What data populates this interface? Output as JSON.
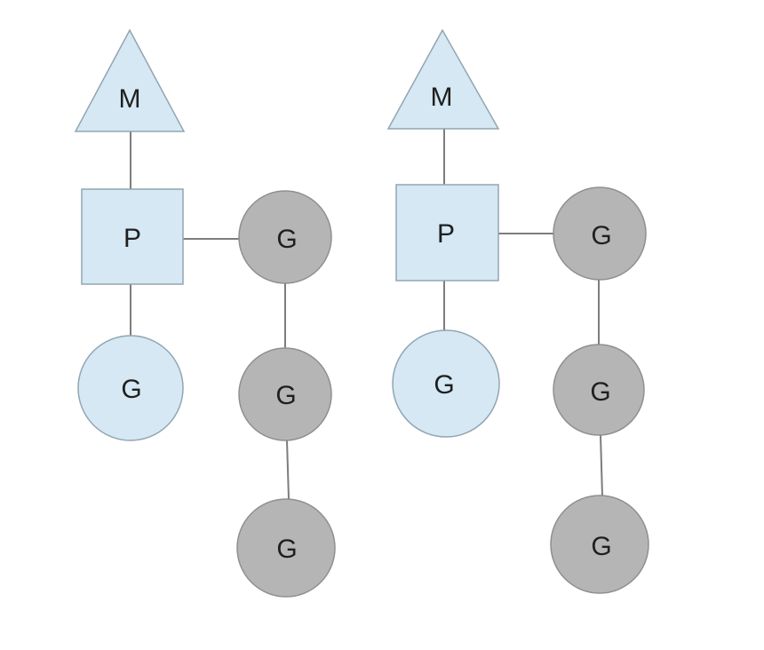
{
  "diagram": {
    "background": "#ffffff",
    "colors": {
      "node_blue_fill": "#d5e8f3",
      "node_gray_fill": "#b5b5b5",
      "blue_outline": "#92a5b2",
      "gray_outline": "#8f8f8f",
      "connector": "#7d7d7d",
      "label_color": "#1f1f1f"
    },
    "pedigrees": [
      {
        "name": "pedigree-1",
        "nodes": {
          "mother": {
            "label": "M"
          },
          "proband": {
            "label": "P"
          },
          "child": {
            "label": "G"
          },
          "relative_1": {
            "label": "G"
          },
          "relative_2": {
            "label": "G"
          },
          "relative_3": {
            "label": "G"
          }
        }
      },
      {
        "name": "pedigree-2",
        "nodes": {
          "mother": {
            "label": "M"
          },
          "proband": {
            "label": "P"
          },
          "child": {
            "label": "G"
          },
          "relative_1": {
            "label": "G"
          },
          "relative_2": {
            "label": "G"
          },
          "relative_3": {
            "label": "G"
          }
        }
      }
    ]
  }
}
